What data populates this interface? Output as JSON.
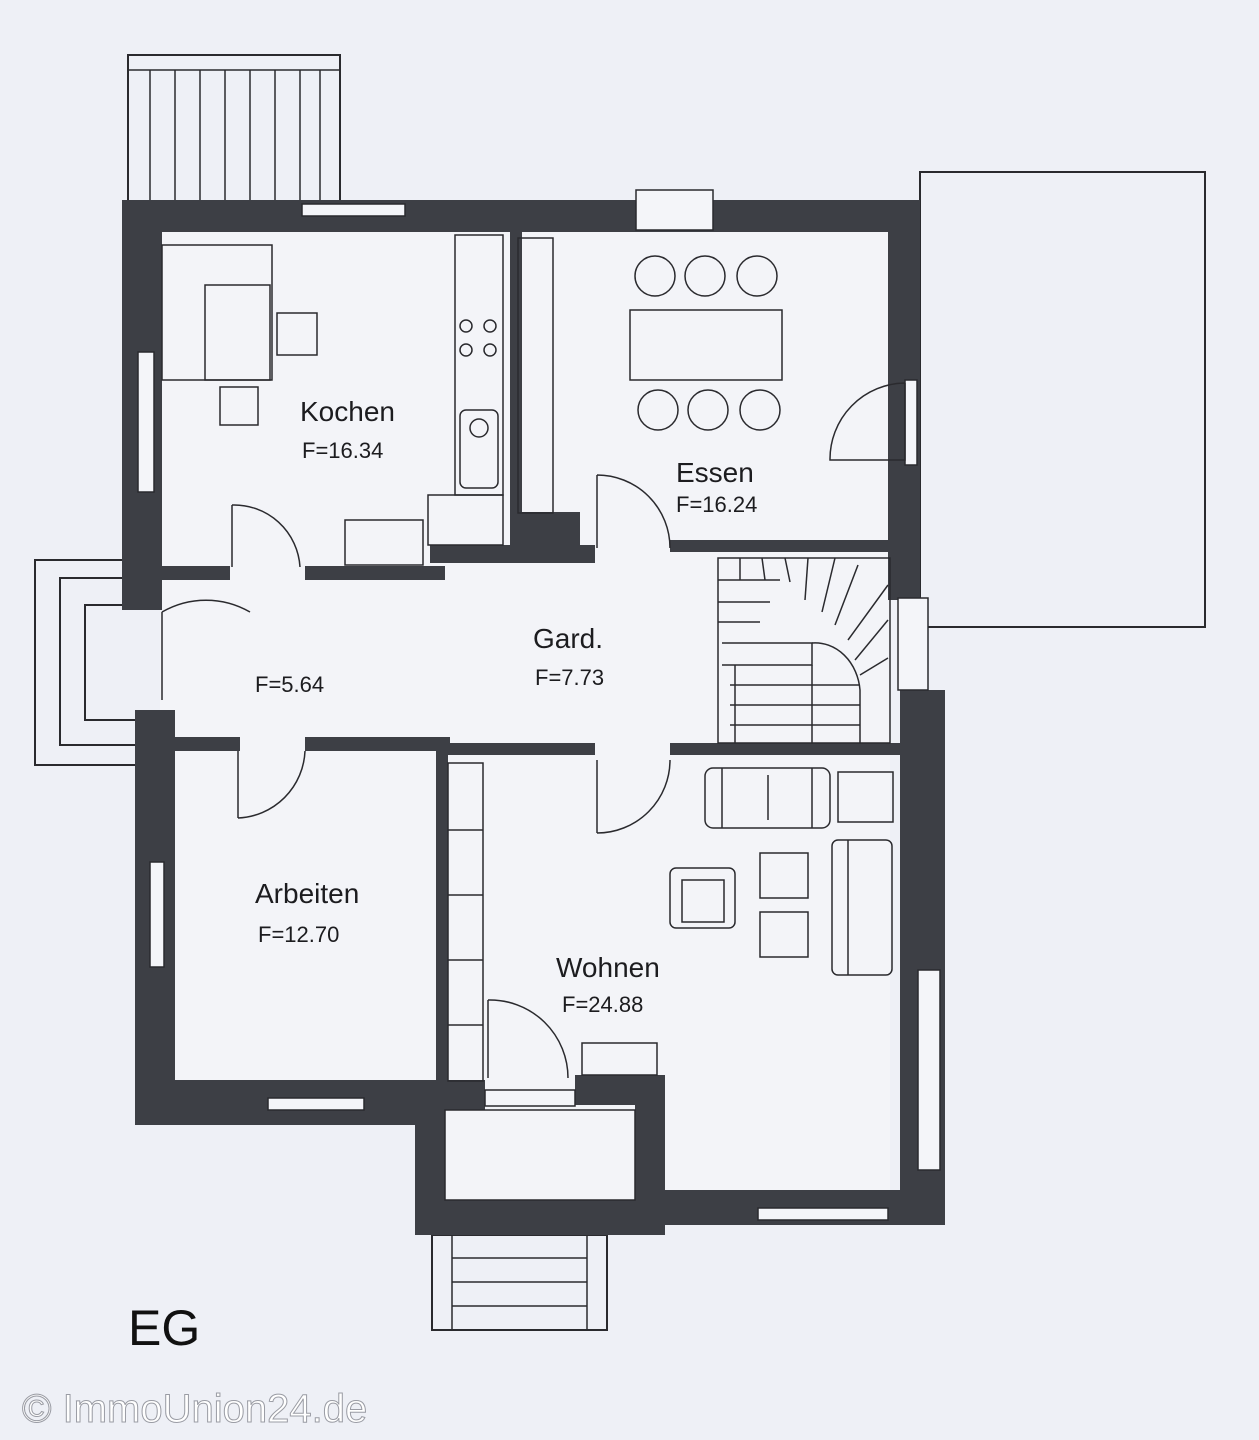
{
  "rooms": {
    "kochen": {
      "name": "Kochen",
      "area": "F=16.34"
    },
    "essen": {
      "name": "Essen",
      "area": "F=16.24"
    },
    "flur": {
      "area": "F=5.64"
    },
    "gard": {
      "name": "Gard.",
      "area": "F=7.73"
    },
    "arbeiten": {
      "name": "Arbeiten",
      "area": "F=12.70"
    },
    "wohnen": {
      "name": "Wohnen",
      "area": "F=24.88"
    }
  },
  "floor_label": "EG",
  "watermark": "© ImmoUnion24.de",
  "colors": {
    "wall": "#3d3f45",
    "paper": "#eef0f6",
    "line": "#2a2a2e"
  }
}
